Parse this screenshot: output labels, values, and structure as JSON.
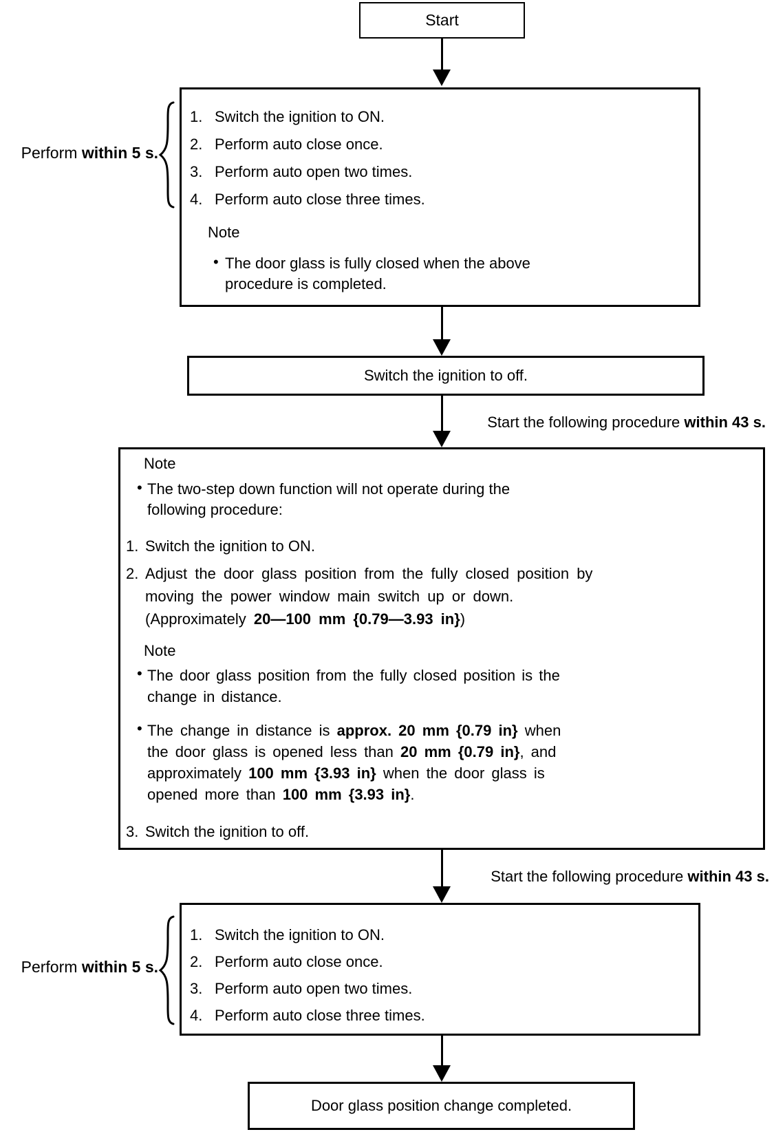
{
  "canvas": {
    "background": "#ffffff",
    "ink": "#000000"
  },
  "bullet": "•",
  "labels": {
    "perform_within_5s": [
      {
        "t": "Perform "
      },
      {
        "t": "within 5 s.",
        "b": true
      }
    ],
    "start_within_43s": [
      {
        "t": "Start the following procedure "
      },
      {
        "t": "within 43 s.",
        "b": true
      }
    ]
  },
  "start_box": {
    "label": "Start"
  },
  "first_procedure_box": {
    "steps": [
      {
        "num": "1.",
        "text": "Switch the ignition to ON."
      },
      {
        "num": "2.",
        "text": "Perform auto close once."
      },
      {
        "num": "3.",
        "text": "Perform auto open two times."
      },
      {
        "num": "4.",
        "text": "Perform auto close three times."
      }
    ],
    "note_title": "Note",
    "note_lines": [
      "The door glass is fully closed when the above",
      "procedure is completed."
    ]
  },
  "ignition_off_box": {
    "label": "Switch the ignition to off."
  },
  "adjust_box": {
    "note1_title": "Note",
    "note1_lines": [
      "The two-step down function will not operate during the",
      "following procedure:"
    ],
    "step1_num": "1.",
    "step1_text": "Switch the ignition to ON.",
    "step2_num": "2.",
    "step2_lines": [
      "Adjust the door glass position from the fully closed position by",
      "moving the power window main switch up or down.",
      [
        {
          "t": "(Approximately "
        },
        {
          "t": "20—100 mm {0.79—3.93 in}",
          "b": true
        },
        {
          "t": ")"
        }
      ]
    ],
    "note2_title": "Note",
    "note2_lines": [
      "The door glass position from the fully closed position is the",
      "change in distance."
    ],
    "note3_lines": [
      [
        {
          "t": "The change in distance is "
        },
        {
          "t": "approx. 20 mm {0.79 in}",
          "b": true
        },
        {
          "t": " when"
        }
      ],
      [
        {
          "t": "the door glass is opened less than "
        },
        {
          "t": "20 mm {0.79 in}",
          "b": true
        },
        {
          "t": ", and"
        }
      ],
      [
        {
          "t": "approximately "
        },
        {
          "t": "100 mm {3.93 in}",
          "b": true
        },
        {
          "t": " when the door glass is"
        }
      ],
      [
        {
          "t": "opened more than "
        },
        {
          "t": "100 mm {3.93 in}",
          "b": true
        },
        {
          "t": "."
        }
      ]
    ],
    "step3_num": "3.",
    "step3_text": "Switch the ignition to off."
  },
  "repeat_procedure_box": {
    "steps": [
      {
        "num": "1.",
        "text": "Switch the ignition to ON."
      },
      {
        "num": "2.",
        "text": "Perform auto close once."
      },
      {
        "num": "3.",
        "text": "Perform auto open two times."
      },
      {
        "num": "4.",
        "text": "Perform auto close three times."
      }
    ]
  },
  "completed_box": {
    "label": "Door glass position change completed."
  }
}
